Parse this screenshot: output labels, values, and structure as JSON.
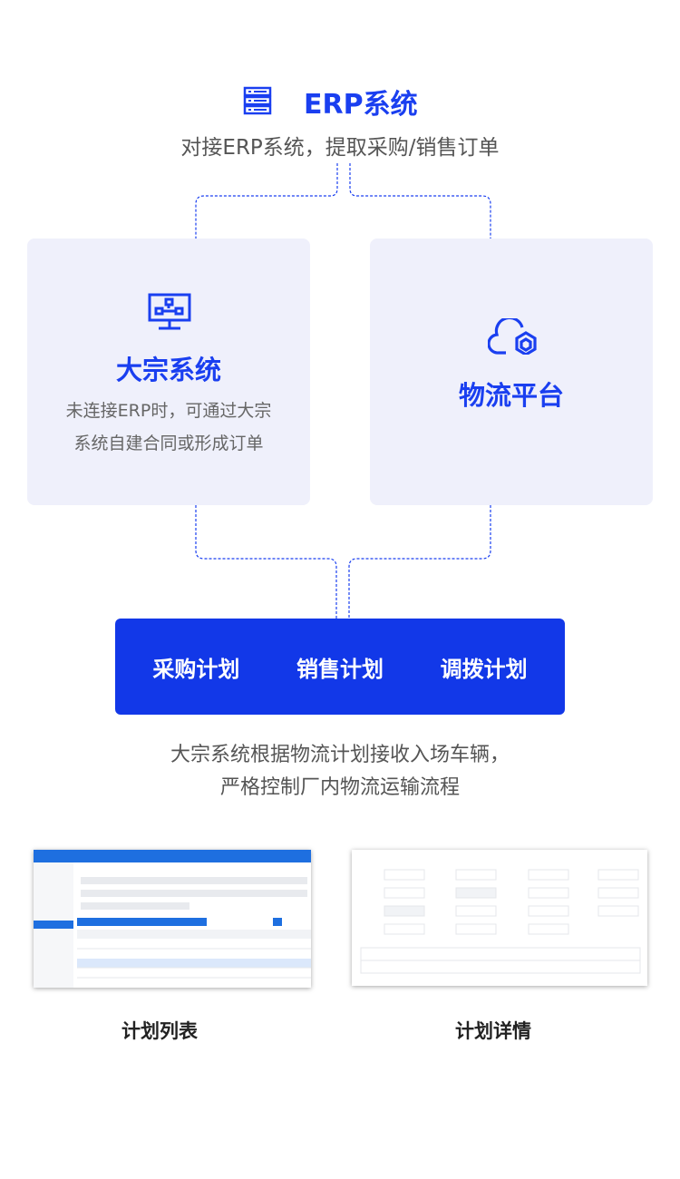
{
  "erp": {
    "title": "ERP系统",
    "subtitle": "对接ERP系统，提取采购/销售订单"
  },
  "bulk_system": {
    "title": "大宗系统",
    "desc_line1": "未连接ERP时，可通过大宗",
    "desc_line2": "系统自建合同或形成订单"
  },
  "logistics": {
    "title": "物流平台"
  },
  "plans": {
    "items": [
      "采购计划",
      "销售计划",
      "调拨计划"
    ],
    "desc_line1": "大宗系统根据物流计划接收入场车辆，",
    "desc_line2": "严格控制厂内物流运输流程"
  },
  "screenshots": {
    "list_label": "计划列表",
    "detail_label": "计划详情"
  },
  "colors": {
    "accent": "#1a3ff0",
    "card_bg": "#eff0fb",
    "plan_bg": "#1238e8"
  }
}
